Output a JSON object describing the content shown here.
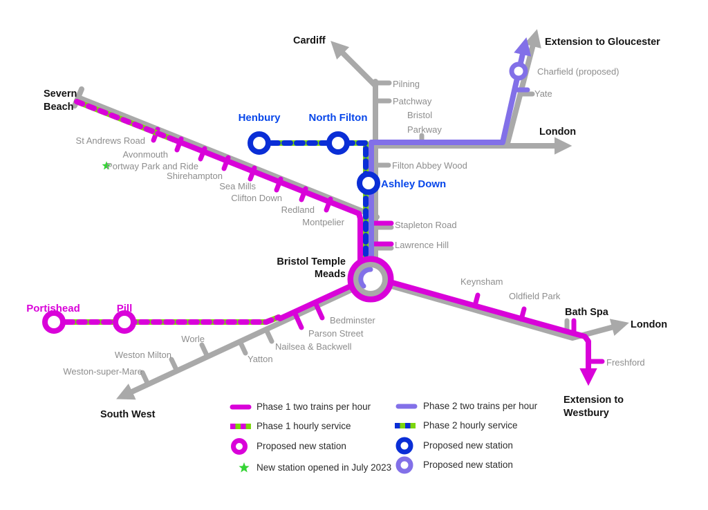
{
  "title": "MetroWest rail network map",
  "colors": {
    "phase1_magenta": "#d902d9",
    "phase2_purple": "#8270e8",
    "phase2_blue": "#0a2ed6",
    "hourly_green": "#7cd60e",
    "star_green": "#35d435",
    "rail_gray": "#a9a9a9",
    "station_label_gray": "#8d8d8d",
    "blue_label": "#0847ea"
  },
  "labels": {
    "cardiff": "Cardiff",
    "severn_beach_l1": "Severn",
    "severn_beach_l2": "Beach",
    "henbury": "Henbury",
    "north_filton": "North Filton",
    "pilning": "Pilning",
    "patchway": "Patchway",
    "bristol_parkway_l1": "Bristol",
    "bristol_parkway_l2": "Parkway",
    "london_north": "London",
    "ext_gloucester": "Extension to Gloucester",
    "charfield": "Charfield (proposed)",
    "yate": "Yate",
    "st_andrews_road": "St Andrews Road",
    "avonmouth": "Avonmouth",
    "portway": "Portway Park and Ride",
    "shirehampton": "Shirehampton",
    "sea_mills": "Sea Mills",
    "clifton_down": "Clifton Down",
    "redland": "Redland",
    "montpelier": "Montpelier",
    "filton_abbey_wood": "Filton Abbey Wood",
    "ashley_down": "Ashley Down",
    "stapleton_road": "Stapleton Road",
    "lawrence_hill": "Lawrence Hill",
    "temple_meads_l1": "Bristol Temple",
    "temple_meads_l2": "Meads",
    "portishead": "Portishead",
    "pill": "Pill",
    "bedminster": "Bedminster",
    "parson_street": "Parson Street",
    "nailsea": "Nailsea & Backwell",
    "yatton": "Yatton",
    "worle": "Worle",
    "weston_milton": "Weston Milton",
    "weston_super_mare": "Weston-super-Mare",
    "south_west": "South West",
    "keynsham": "Keynsham",
    "oldfield_park": "Oldfield Park",
    "bath_spa": "Bath Spa",
    "london_bath": "London",
    "freshford": "Freshford",
    "ext_westbury_l1": "Extension to",
    "ext_westbury_l2": "Westbury"
  },
  "legend": {
    "phase1_solid": "Phase 1 two trains per hour",
    "phase1_hourly": "Phase 1 hourly service",
    "phase1_station": "Proposed new station",
    "new_station_2023": "New station opened in July 2023",
    "phase2_solid": "Phase 2 two trains per hour",
    "phase2_hourly": "Phase 2 hourly service",
    "phase2_station_blue": "Proposed new station",
    "phase2_station_purple": "Proposed new station"
  }
}
